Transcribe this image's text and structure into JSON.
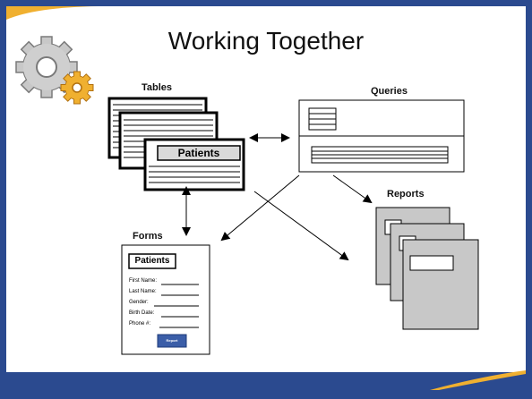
{
  "slide": {
    "title": "Working Together"
  },
  "labels": {
    "tables": "Tables",
    "queries": "Queries",
    "reports": "Reports",
    "forms": "Forms"
  },
  "table_card": {
    "name": "Patients"
  },
  "form": {
    "title": "Patients",
    "fields": [
      "First Name:",
      "Last Name:",
      "Gender:",
      "Birth Date:",
      "Phone #:"
    ],
    "button_label": "Report"
  },
  "colors": {
    "frame": "#2b4a8f",
    "accent_gold": "#f0b030",
    "report_fill": "#c8c8c8",
    "table_header": "#d9d9d9"
  },
  "icons": [
    "gears-icon"
  ]
}
